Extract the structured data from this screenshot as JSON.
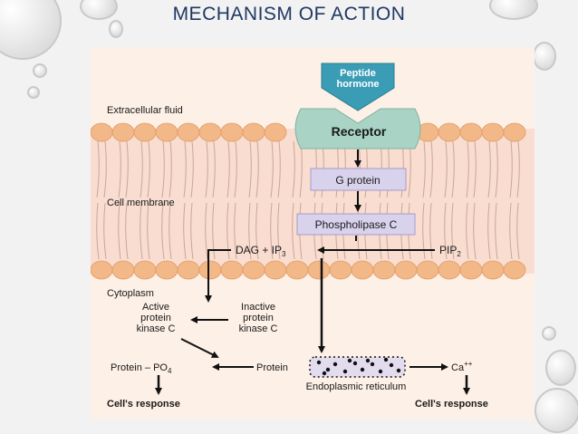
{
  "slide": {
    "title": "MECHANISM OF ACTION"
  },
  "diagram": {
    "hormone_line1": "Peptide",
    "hormone_line2": "hormone",
    "receptor": "Receptor",
    "regions": {
      "extracellular": "Extracellular fluid",
      "membrane": "Cell membrane",
      "cytoplasm": "Cytoplasm"
    },
    "g_protein": "G protein",
    "phospholipase": "Phospholipase C",
    "dag_ip3": "DAG + IP",
    "dag_ip3_sub": "3",
    "pip2": "PIP",
    "pip2_sub": "2",
    "active_pkc": [
      "Active",
      "protein",
      "kinase C"
    ],
    "inactive_pkc": [
      "Inactive",
      "protein",
      "kinase C"
    ],
    "protein_po4": "Protein – PO",
    "protein_po4_sub": "4",
    "protein": "Protein",
    "ca": "Ca",
    "ca_sup": "++",
    "er": "Endoplasmic reticulum",
    "response_left": "Cell's response",
    "response_right": "Cell's response"
  },
  "colors": {
    "hormone": "#3a9db5",
    "receptor": "#a9d3c4",
    "box": "#d9d2ec",
    "lipid": "#f3b888",
    "membrane_bg": "#f9ddd0",
    "title": "#1f3864"
  }
}
